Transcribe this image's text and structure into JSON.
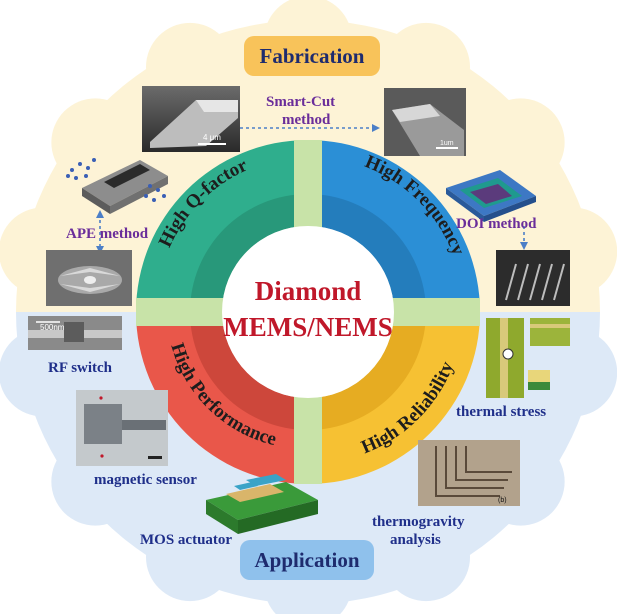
{
  "center": {
    "line1": "Diamond",
    "line2": "MEMS/NEMS"
  },
  "tabs": {
    "top": "Fabrication",
    "bottom": "Application"
  },
  "sectors": {
    "q_factor": "High Q-factor",
    "frequency": "High Frequency",
    "performance": "High Performance",
    "reliability": "High Reliability"
  },
  "labels": {
    "smart_cut_1": "Smart-Cut",
    "smart_cut_2": "method",
    "ape": "APE method",
    "doi": "DOI method",
    "rf_switch": "RF switch",
    "thermal_stress": "thermal stress",
    "magnetic_sensor": "magnetic sensor",
    "mos_actuator": "MOS actuator",
    "thermogravity_1": "thermogravity",
    "thermogravity_2": "analysis"
  },
  "scale_bars": {
    "sem1": "4 μm",
    "sem2": "1um",
    "rf": "500nm",
    "thermal": "(b)"
  },
  "colors": {
    "top_bg": "#fdf3d6",
    "bottom_bg": "#dde9f7",
    "q_factor": "#2fae8d",
    "frequency": "#2b8fd6",
    "performance": "#e9574a",
    "reliability": "#f6c133",
    "center_text": "#c0182a",
    "tab_top": "#f8c35a",
    "tab_bottom": "#8fc1ec"
  }
}
